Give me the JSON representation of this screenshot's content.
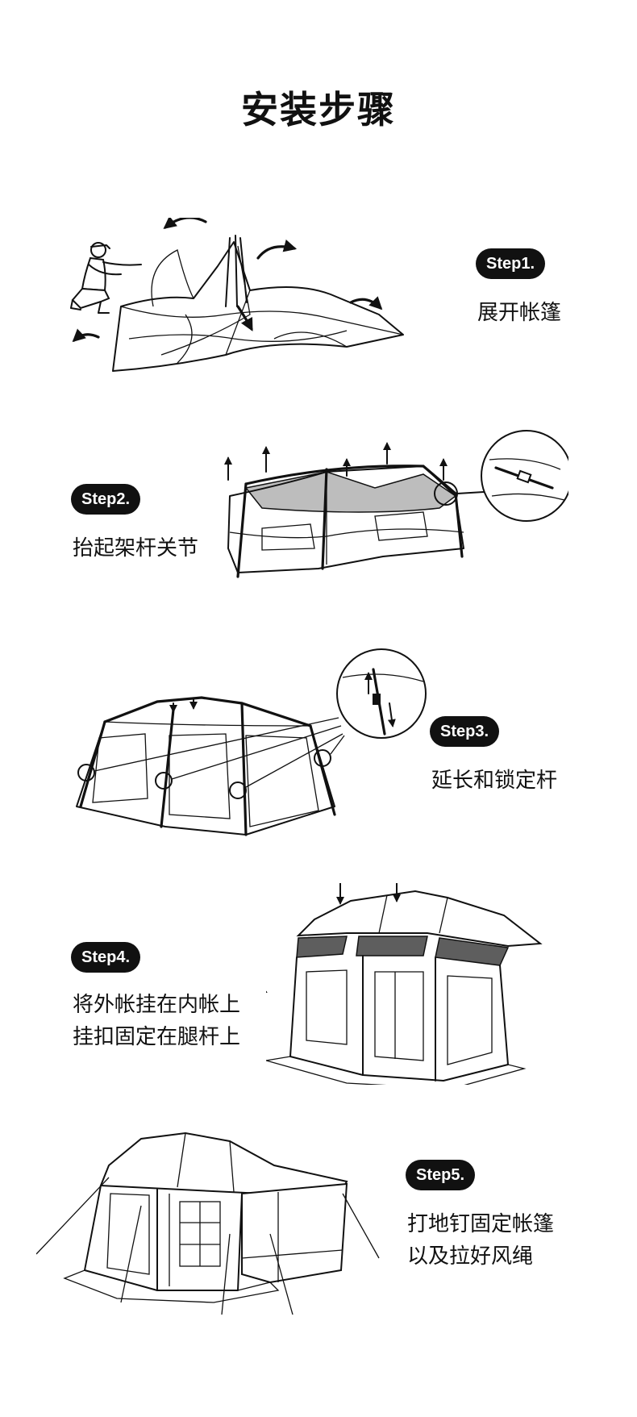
{
  "title": "安装步骤",
  "steps": [
    {
      "badge": "Step1.",
      "lines": [
        "展开帐篷"
      ]
    },
    {
      "badge": "Step2.",
      "lines": [
        "抬起架杆关节"
      ]
    },
    {
      "badge": "Step3.",
      "lines": [
        "延长和锁定杆"
      ]
    },
    {
      "badge": "Step4.",
      "lines": [
        "将外帐挂在内帐上",
        "挂扣固定在腿杆上"
      ]
    },
    {
      "badge": "Step5.",
      "lines": [
        "打地钉固定帐篷",
        "以及拉好风绳"
      ]
    }
  ]
}
